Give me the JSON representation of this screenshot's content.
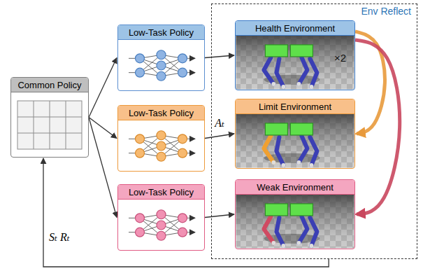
{
  "diagram": {
    "nodes": [
      {
        "text": [
          "Common Policy"
        ]
      },
      {
        "text": [
          "Low-Task Policy"
        ]
      },
      {
        "text": [
          "Low-Task Policy"
        ]
      },
      {
        "text": [
          "Low-Task Policy"
        ]
      },
      {
        "text": [
          "Env Reflect"
        ]
      },
      {
        "text": [
          "Health Environment",
          "×2"
        ],
        "in": 4
      },
      {
        "text": [
          "Limit Environment"
        ],
        "in": 4
      },
      {
        "text": [
          "Weak Environment"
        ],
        "in": 4
      }
    ],
    "edges": [
      {
        "from": 0,
        "to": 1,
        "arrow": "to"
      },
      {
        "from": 0,
        "to": 2,
        "arrow": "to"
      },
      {
        "from": 0,
        "to": 3,
        "arrow": "to"
      },
      {
        "from": 1,
        "to": 5,
        "arrow": "to"
      },
      {
        "from": 2,
        "to": 6,
        "arrow": "to",
        "label": "Aₜ"
      },
      {
        "from": 3,
        "to": 7,
        "arrow": "to"
      },
      {
        "from": 5,
        "to": 6,
        "arrow": "to"
      },
      {
        "from": 5,
        "to": 7,
        "arrow": "to"
      },
      {
        "from": 4,
        "to": 0,
        "arrow": "to",
        "label": "Sₜ Rₜ"
      }
    ]
  }
}
